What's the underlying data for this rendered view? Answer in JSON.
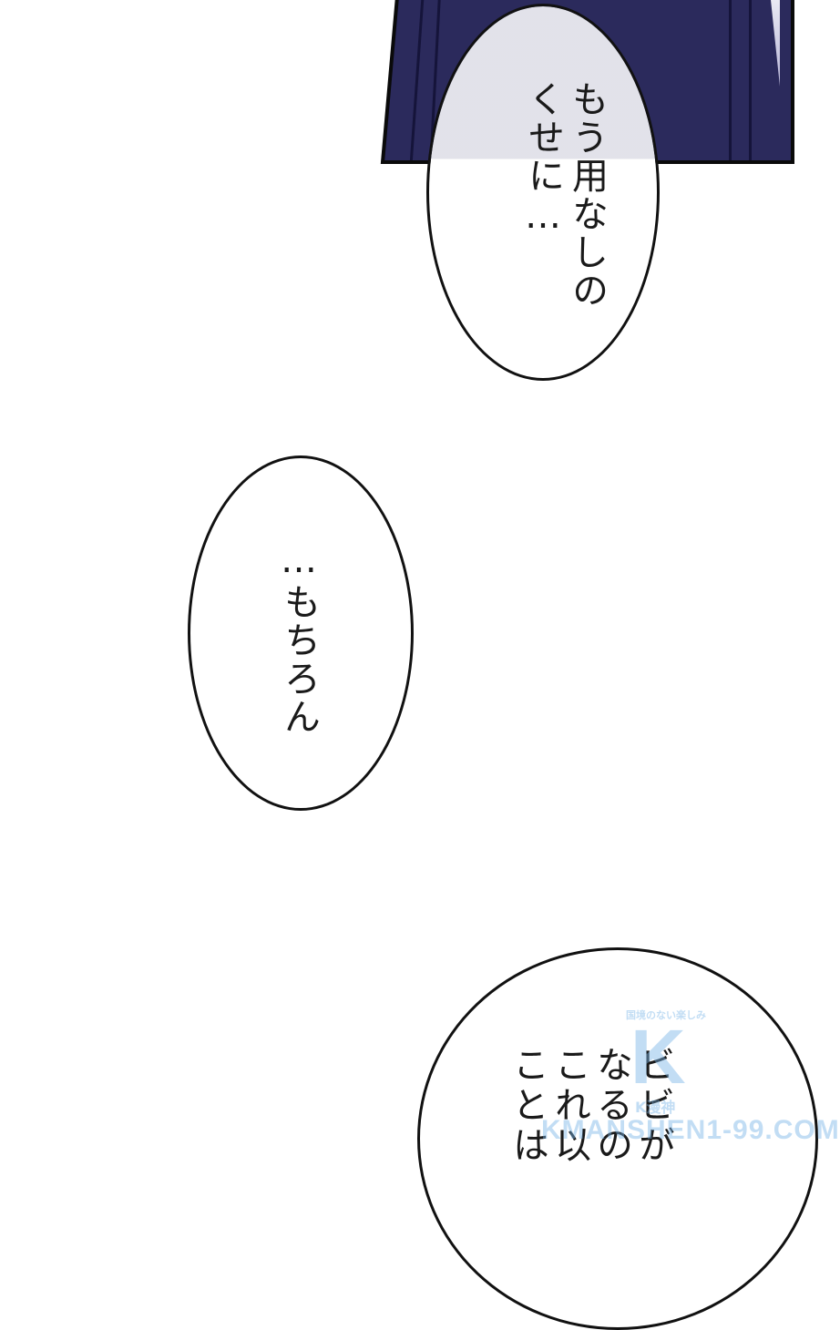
{
  "page": {
    "type": "manga-page",
    "background_color": "#ffffff"
  },
  "panel_top": {
    "description": "dark navy cloaked figure with pale veil",
    "color": "#2b2a5c",
    "border_color": "#0a0a0a"
  },
  "bubbles": [
    {
      "id": "top",
      "columns": [
        "もう用なしの",
        "くせに…"
      ],
      "text": "もう用なしの\nくせに…"
    },
    {
      "id": "middle",
      "columns": [
        "…もちろん"
      ],
      "text": "…もちろん"
    },
    {
      "id": "bottom",
      "columns": [
        "ビビが",
        "なるの",
        "これ以",
        "ことは"
      ],
      "text": "ビビが\nなるの\nこれ以\nことは"
    }
  ],
  "watermark": {
    "tagline": "国境のない楽しみ",
    "logo": "K",
    "brand": "K漫神",
    "url": "KMANSHEN1-99.COM",
    "color": "#78b4e6"
  }
}
